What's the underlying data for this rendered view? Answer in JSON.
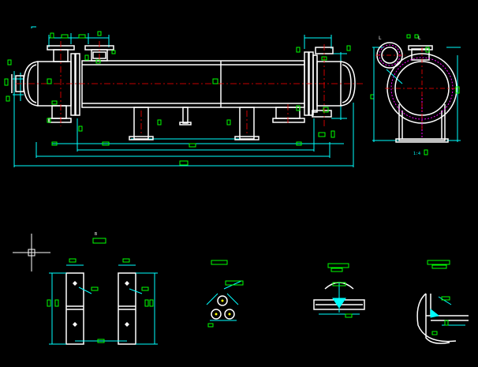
{
  "colors": {
    "background": "#000000",
    "outline": "#ffffff",
    "dimension": "#00ffff",
    "annotation": "#00ff00",
    "centerline": "#ff0000",
    "hatch": "#ff00ff",
    "marker": "#ffff00"
  },
  "labels": {
    "end_view_tag_a": "L",
    "end_view_tag_b": "L",
    "end_view_scale": "1:4",
    "small_mark": "B"
  }
}
